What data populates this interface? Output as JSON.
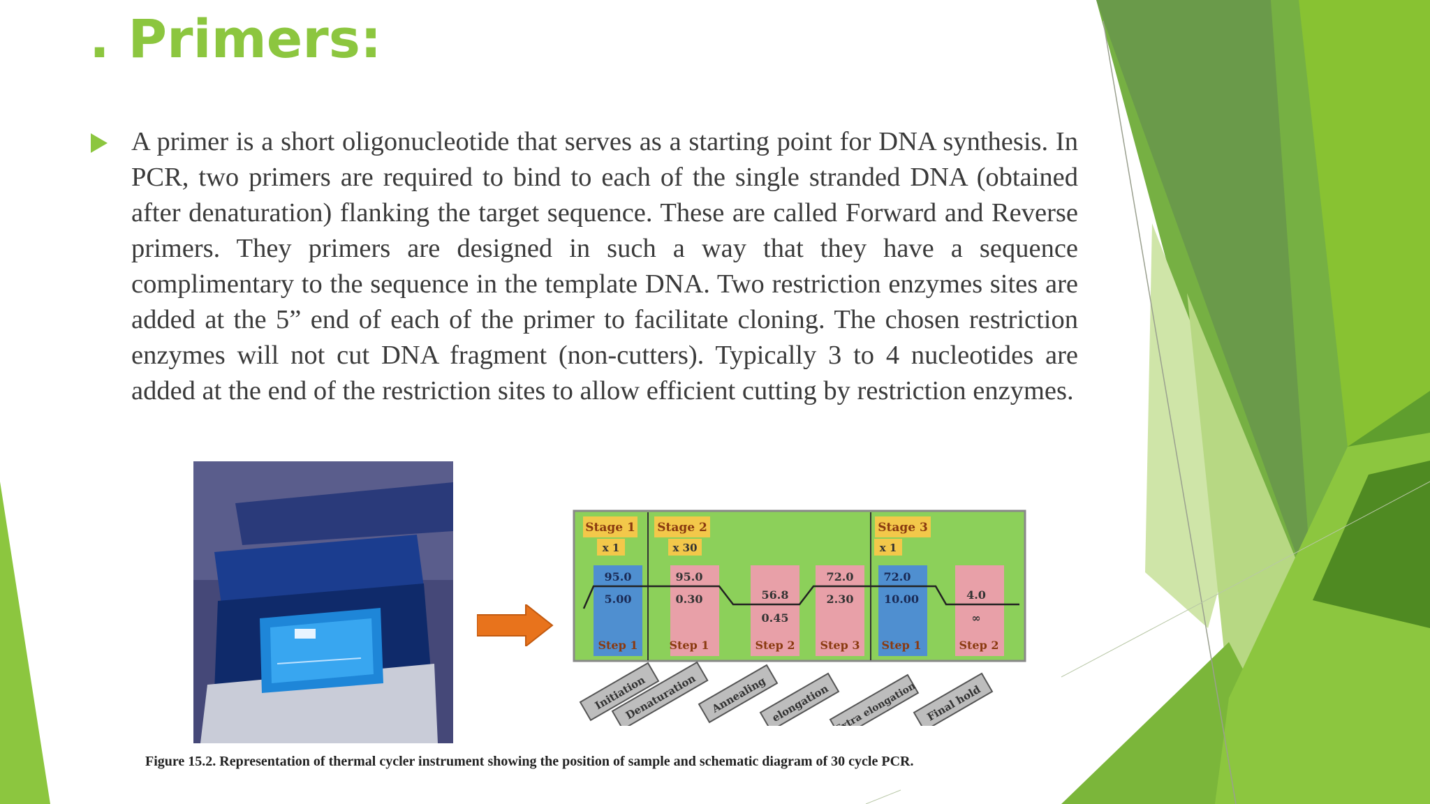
{
  "slide": {
    "title": ". Primers:",
    "body": "A primer is a short oligonucleotide that serves as a starting point for DNA synthesis. In PCR, two primers are required to bind to each of the single stranded DNA (obtained after denaturation) flanking the target sequence. These are called Forward and Reverse primers. They primers are designed in such a way that they have a sequence complimentary to the sequence in the template DNA. Two restriction enzymes sites are added at the 5” end of each of the primer to facilitate cloning. The chosen restriction enzymes will not cut DNA fragment (non-cutters). Typically 3 to 4 nucleotides are added at the end of the restriction sites to allow efficient cutting by restriction enzymes.",
    "accent_color": "#8cc63f",
    "bullet_icon": "triangle-bullet-icon"
  },
  "figure": {
    "caption": "Figure 15.2. Representation of thermal cycler instrument showing the position of sample and schematic diagram of 30 cycle PCR.",
    "arrow_icon": "right-arrow-icon",
    "stages": [
      {
        "label": "Stage 1",
        "repeat": "x 1"
      },
      {
        "label": "Stage 2",
        "repeat": "x 30"
      },
      {
        "label": "Stage 3",
        "repeat": "x 1"
      }
    ],
    "steps": [
      {
        "step": "Step 1",
        "temp": "95.0",
        "time": "5.00",
        "phase": "Initiation"
      },
      {
        "step": "Step 1",
        "temp": "95.0",
        "time": "0.30",
        "phase": "Denaturation"
      },
      {
        "step": "Step 2",
        "temp": "56.8",
        "time": "0.45",
        "phase": "Annealing"
      },
      {
        "step": "Step 3",
        "temp": "72.0",
        "time": "2.30",
        "phase": "elongation"
      },
      {
        "step": "Step 1",
        "temp": "72.0",
        "time": "10.00",
        "phase": "Extra elongation"
      },
      {
        "step": "Step 2",
        "temp": "4.0",
        "time": "∞",
        "phase": "Final hold"
      }
    ]
  }
}
